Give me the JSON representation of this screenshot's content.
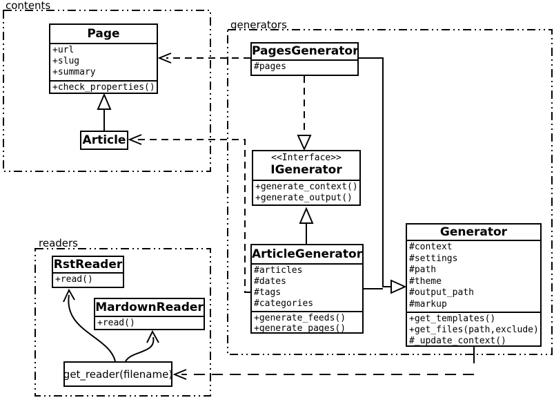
{
  "diagram": {
    "packages": {
      "contents": {
        "label": "contents"
      },
      "generators": {
        "label": "generators"
      },
      "readers": {
        "label": "readers"
      }
    },
    "classes": {
      "page": {
        "name": "Page",
        "attributes": [
          "+url",
          "+slug",
          "+summary"
        ],
        "methods": [
          "+check_properties()"
        ]
      },
      "article": {
        "name": "Article"
      },
      "pages_generator": {
        "name": "PagesGenerator",
        "attributes": [
          "#pages"
        ]
      },
      "igenerator": {
        "stereotype": "<<Interface>>",
        "name": "IGenerator",
        "methods": [
          "+generate_context()",
          "+generate_output()"
        ]
      },
      "article_generator": {
        "name": "ArticleGenerator",
        "attributes": [
          "#articles",
          "#dates",
          "#tags",
          "#categories"
        ],
        "methods": [
          "+generate_feeds()",
          "+generate_pages()"
        ]
      },
      "generator": {
        "name": "Generator",
        "attributes": [
          "#context",
          "#settings",
          "#path",
          "#theme",
          "#output_path",
          "#markup"
        ],
        "methods": [
          "+get_templates()",
          "+get_files(path,exclude)",
          "#_update_context()"
        ]
      },
      "rst_reader": {
        "name": "RstReader",
        "methods": [
          "+read()"
        ]
      },
      "mardown_reader": {
        "name": "MardownReader",
        "methods": [
          "+read()"
        ]
      },
      "get_reader": {
        "name": "get_reader(filename)"
      }
    },
    "relationships": [
      {
        "from": "Article",
        "to": "Page",
        "type": "inheritance"
      },
      {
        "from": "ArticleGenerator",
        "to": "IGenerator",
        "type": "inheritance"
      },
      {
        "from": "PagesGenerator",
        "to": "IGenerator",
        "type": "realization"
      },
      {
        "from": "PagesGenerator",
        "to": "Generator",
        "type": "inheritance"
      },
      {
        "from": "ArticleGenerator",
        "to": "Generator",
        "type": "inheritance"
      },
      {
        "from": "PagesGenerator",
        "to": "Page",
        "type": "dependency"
      },
      {
        "from": "ArticleGenerator",
        "to": "Article",
        "type": "dependency"
      },
      {
        "from": "Generator",
        "to": "get_reader(filename)",
        "type": "dependency"
      },
      {
        "from": "get_reader(filename)",
        "to": "RstReader",
        "type": "association"
      },
      {
        "from": "get_reader(filename)",
        "to": "MardownReader",
        "type": "association"
      }
    ],
    "colors": {
      "line": "#000000",
      "background": "#ffffff"
    }
  }
}
